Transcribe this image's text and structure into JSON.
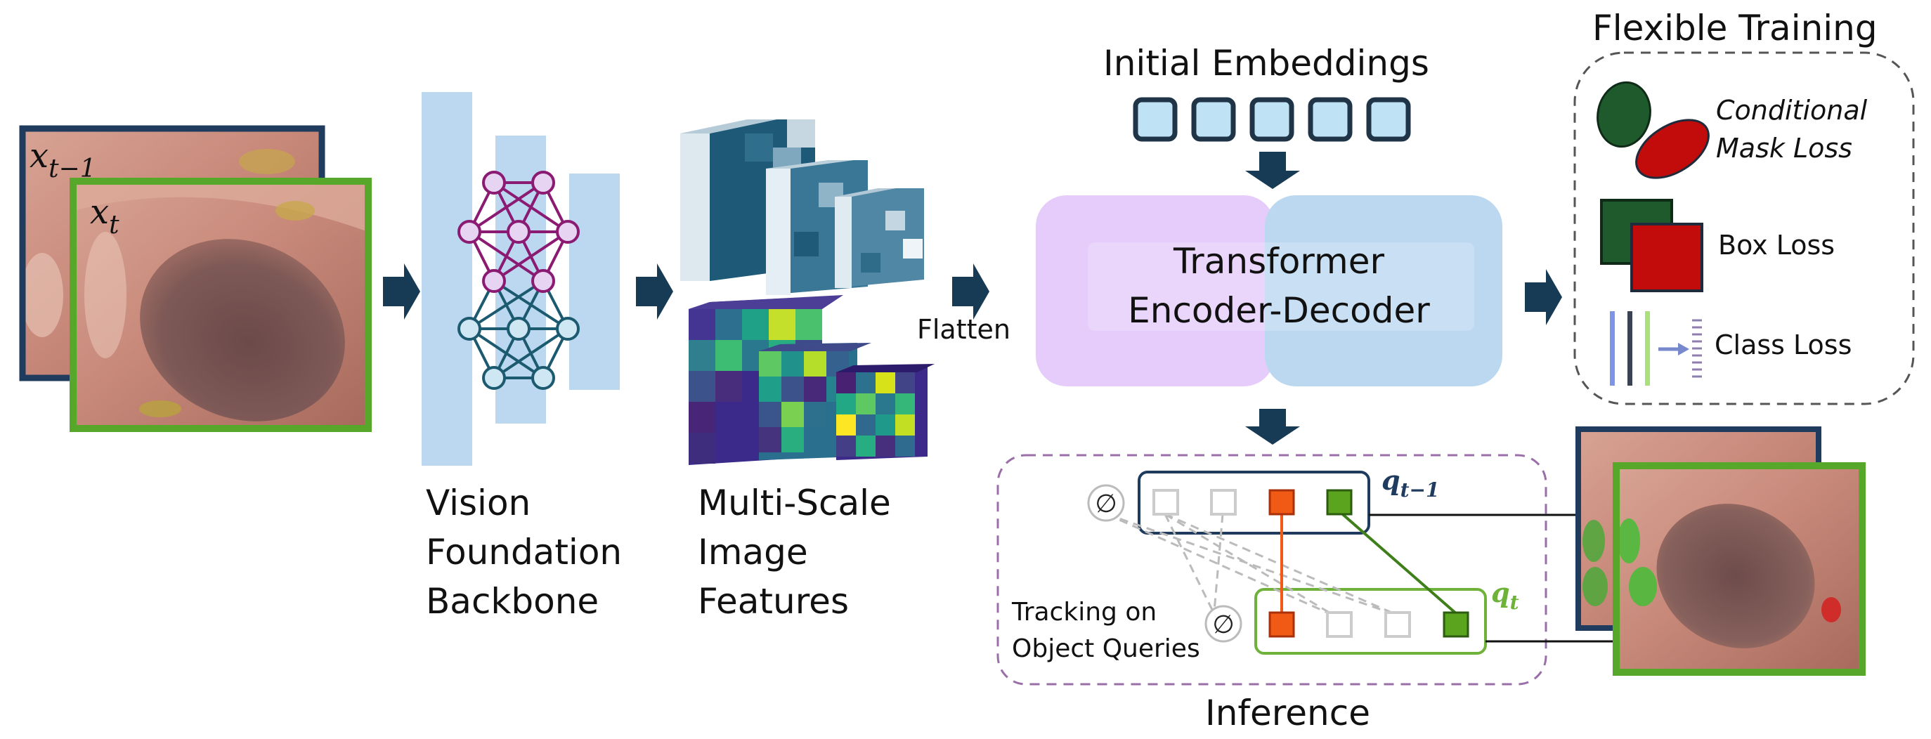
{
  "labels": {
    "x_prev": "x_{t−1}",
    "x_prev_base": "x",
    "x_prev_sub": "t−1",
    "x_curr_base": "x",
    "x_curr_sub": "t",
    "backbone": [
      "Vision",
      "Foundation",
      "Backbone"
    ],
    "features": [
      "Multi-Scale",
      "Image",
      "Features"
    ],
    "flatten": "Flatten",
    "initial_embeddings": "Initial Embeddings",
    "transformer": [
      "Transformer",
      "Encoder-Decoder"
    ],
    "flexible_training": "Flexible Training",
    "conditional_mask_loss": [
      "Conditional",
      "Mask Loss"
    ],
    "box_loss": "Box Loss",
    "class_loss": "Class Loss",
    "q_prev_base": "q",
    "q_prev_sub": "t−1",
    "q_curr_base": "q",
    "q_curr_sub": "t",
    "empty_symbol": "∅",
    "tracking": [
      "Tracking on",
      "Object Queries"
    ],
    "inference": "Inference"
  },
  "colors": {
    "frame_prev": "#1f3b5e",
    "frame_curr": "#57a82a",
    "arrow": "#173a55",
    "backbone_bar": "#bcd8f0",
    "network_purple": "#8b1a72",
    "network_teal": "#1c5a70",
    "embedding_fill": "#bfe3f5",
    "embedding_border": "#1f3447",
    "transformer_purple": "#e6ccfa",
    "transformer_blue": "#bcd8f0",
    "text": "#111111",
    "query_orange": "#f05a14",
    "query_green": "#5aa41e",
    "query_box_prev": "#1f3b5e",
    "query_box_curr": "#6fb23a",
    "inference_border": "#9a6fa8",
    "loss_dark_green": "#1f5a2c",
    "loss_red": "#c20c0c"
  },
  "icons": [
    "arrow-right-icon",
    "arrow-down-icon",
    "network-icon",
    "empty-set-icon"
  ]
}
